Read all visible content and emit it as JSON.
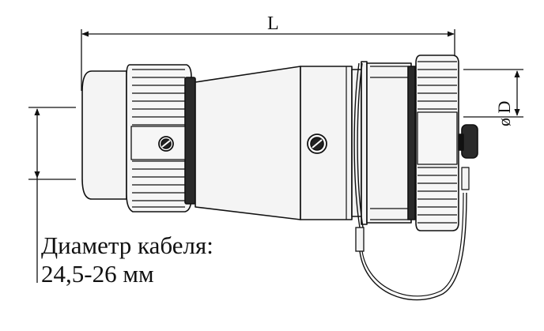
{
  "figure": {
    "length_label": "L",
    "diameter_label": "ø D",
    "caption_line1": "Диаметр кабеля:",
    "caption_line2": "24,5-26 мм"
  },
  "colors": {
    "stroke": "#111111",
    "body": "#f4f4f4",
    "shade": "#d9d9d9",
    "dark": "#222222"
  }
}
